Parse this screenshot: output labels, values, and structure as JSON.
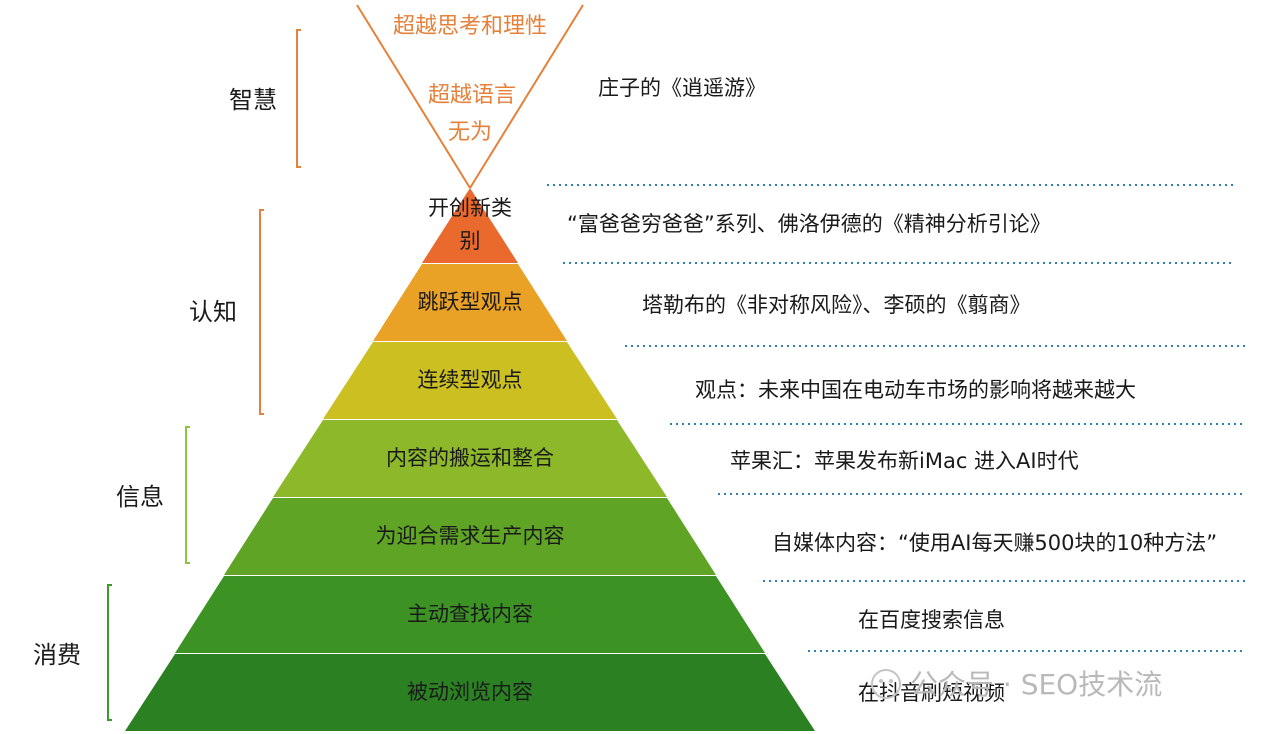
{
  "top": {
    "lines": [
      "超越思考和理性",
      "超越语言",
      "无为"
    ],
    "color": "#e5813a"
  },
  "categories": [
    {
      "label": "智慧",
      "bracket_color": "#e5813a"
    },
    {
      "label": "认知",
      "bracket_color": "#e5813a"
    },
    {
      "label": "信息",
      "bracket_color": "#8cc63f"
    },
    {
      "label": "消费",
      "bracket_color": "#3a9a2a"
    }
  ],
  "wisdom_example": "庄子的《逍遥游》",
  "pyramid": {
    "top_lines": [
      "开创新类",
      "别"
    ],
    "layers": [
      {
        "label": "开创新类别",
        "color": "#ea6a2e",
        "example": "“富爸爸穷爸爸”系列、佛洛伊德的《精神分析引论》"
      },
      {
        "label": "跳跃型观点",
        "color": "#e9a126",
        "example": "塔勒布的《非对称风险》、李硕的《翦商》"
      },
      {
        "label": "连续型观点",
        "color": "#cbbf22",
        "example": "观点：未来中国在电动车市场的影响将越来越大"
      },
      {
        "label": "内容的搬运和整合",
        "color": "#8cb829",
        "example": "苹果汇：苹果发布新iMac 进入AI时代"
      },
      {
        "label": "为迎合需求生产内容",
        "color": "#5fa424",
        "example": "自媒体内容：“使用AI每天赚500块的10种方法”"
      },
      {
        "label": "主动查找内容",
        "color": "#3c9324",
        "example": "在百度搜索信息"
      },
      {
        "label": "被动浏览内容",
        "color": "#2b8022",
        "example": "在抖音刷短视频"
      }
    ]
  },
  "separator_color": "#2f7fb8",
  "watermark": "公众号 · SEO技术流"
}
